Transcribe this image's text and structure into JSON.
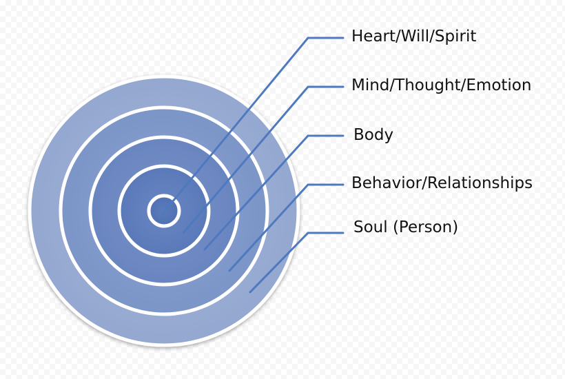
{
  "diagram": {
    "labels": [
      "Heart/Will/Spirit",
      "Mind/Thought/Emotion",
      "Body",
      "Behavior/Relationships",
      "Soul (Person)"
    ],
    "colors": {
      "ring_fill": "#5b7fbd",
      "ring_outline": "#ffffff",
      "leader_line": "#4f79bf",
      "text": "#111111"
    }
  }
}
